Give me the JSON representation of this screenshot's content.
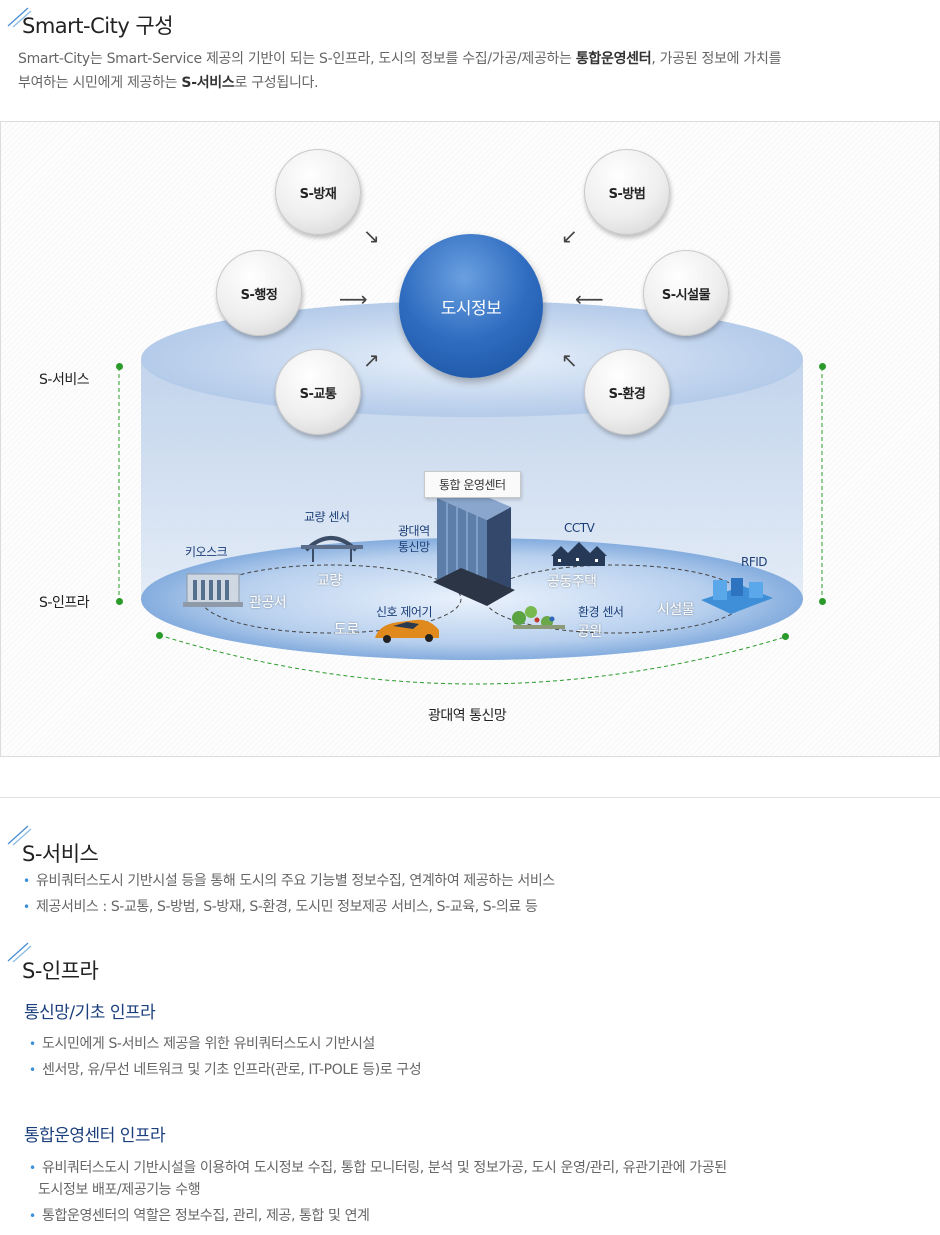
{
  "header": {
    "title": "Smart-City 구성",
    "intro": {
      "p1": "Smart-City는 Smart-Service 제공의 기반이 되는 S-인프라, 도시의 정보를 수집/가공/제공하는 ",
      "b1": "통합운영센터",
      "p2": ", 가공된 정보에 가치를",
      "p3": "부여하는 시민에게 제공하는 ",
      "b2": "S-서비스",
      "p4": "로 구성됩니다."
    }
  },
  "diagram": {
    "core": "도시정보",
    "services": {
      "disaster": "S-방재",
      "crime": "S-방범",
      "admin": "S-행정",
      "facility": "S-시설물",
      "traffic": "S-교통",
      "environment": "S-환경"
    },
    "side_labels": {
      "service": "S-서비스",
      "infra": "S-인프라"
    },
    "center_box": "통합 운영센터",
    "infra_labels": {
      "kiosk": "키오스크",
      "bridge_sensor": "교량 센서",
      "network_l1": "광대역",
      "network_l2": "통신망",
      "cctv": "CCTV",
      "rfid": "RFID",
      "signal": "신호 제어기",
      "env_sensor": "환경 센서"
    },
    "places": {
      "gov": "관공서",
      "bridge": "교량",
      "housing": "공동주택",
      "facility": "시설물",
      "road": "도로",
      "park": "공원"
    },
    "bottom_label": "광대역 통신망",
    "colors": {
      "core": "#2f6cc0",
      "green": "#2a9b2a",
      "navy": "#1b3f7d"
    }
  },
  "s_service": {
    "title": "S-서비스",
    "items": [
      "유비쿼터스도시 기반시설 등을 통해 도시의 주요 기능별 정보수집, 연계하여 제공하는 서비스",
      "제공서비스 : S-교통, S-방범, S-방재, S-환경, 도시민 정보제공 서비스, S-교육, S-의료 등"
    ]
  },
  "s_infra": {
    "title": "S-인프라",
    "network": {
      "title": "통신망/기초 인프라",
      "items": [
        "도시민에게 S-서비스 제공을 위한 유비쿼터스도시 기반시설",
        "센서망, 유/무선 네트워크 및 기초 인프라(관로, IT-POLE 등)로 구성"
      ]
    },
    "center": {
      "title": "통합운영센터 인프라",
      "items": [
        "유비쿼터스도시 기반시설을 이용하여 도시정보 수집, 통합 모니터링, 분석 및 정보가공, 도시 운영/관리, 유관기관에 가공된",
        "도시정보 배포/제공기능 수행",
        "통합운영센터의 역할은 정보수집, 관리, 제공, 통합 및 연계"
      ]
    }
  }
}
